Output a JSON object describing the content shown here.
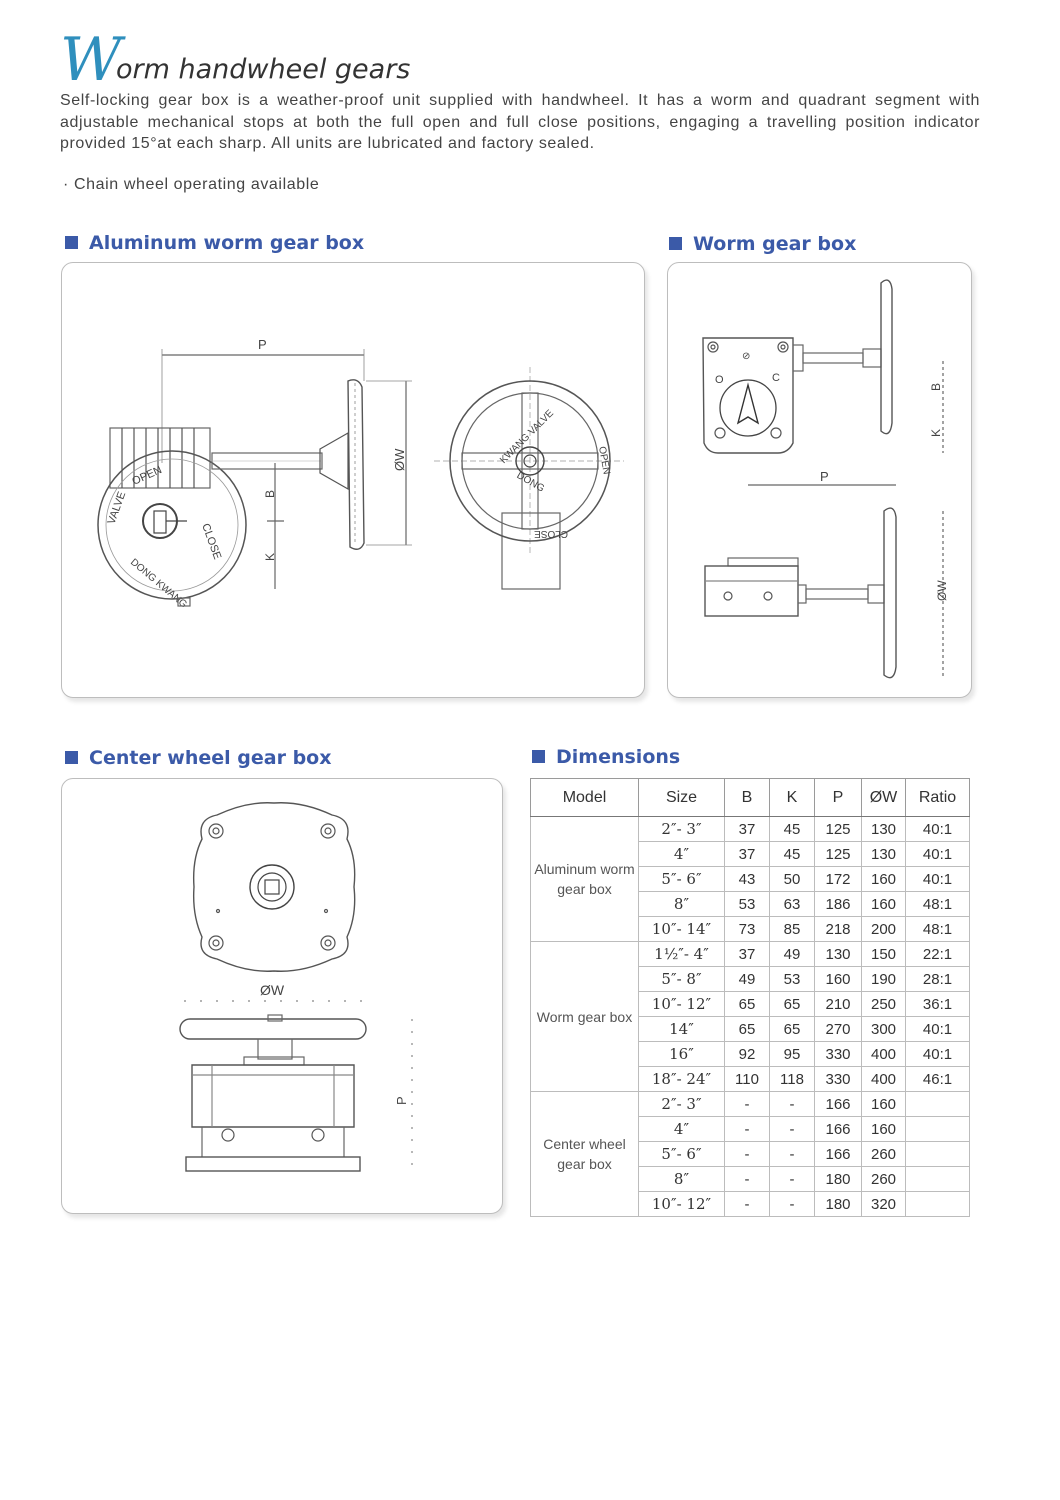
{
  "header": {
    "title_initial": "W",
    "title_rest": "orm handwheel gears",
    "intro": "Self-locking gear box is a weather-proof unit supplied with handwheel. It has a worm and quadrant segment with adjustable mechanical stops at both the full open and full close positions, engaging a travelling position indicator provided 15°at each sharp. All units are lubricated and factory sealed.",
    "bullet": "· Chain wheel operating available"
  },
  "sections": {
    "aluminum": "Aluminum worm gear box",
    "worm": "Worm gear box",
    "center": "Center wheel gear box",
    "dimensions": "Dimensions"
  },
  "drawing_labels": {
    "p": "P",
    "b": "B",
    "k": "K",
    "w": "ØW",
    "open": "OPEN",
    "close": "CLOSE",
    "valve": "VALVE",
    "dong_kwang": "DONG KWANG",
    "kwang_valve": "KWANG VALVE",
    "dong": "DONG",
    "o": "O",
    "c": "C"
  },
  "table": {
    "headers": [
      "Model",
      "Size",
      "B",
      "K",
      "P",
      "ØW",
      "Ratio"
    ],
    "groups": [
      {
        "model": "Aluminum worm gear box",
        "rows": [
          [
            "2″- 3″",
            "37",
            "45",
            "125",
            "130",
            "40:1"
          ],
          [
            "4″",
            "37",
            "45",
            "125",
            "130",
            "40:1"
          ],
          [
            "5″- 6″",
            "43",
            "50",
            "172",
            "160",
            "40:1"
          ],
          [
            "8″",
            "53",
            "63",
            "186",
            "160",
            "48:1"
          ],
          [
            "10″- 14″",
            "73",
            "85",
            "218",
            "200",
            "48:1"
          ]
        ]
      },
      {
        "model": "Worm gear box",
        "rows": [
          [
            "1½″- 4″",
            "37",
            "49",
            "130",
            "150",
            "22:1"
          ],
          [
            "5″- 8″",
            "49",
            "53",
            "160",
            "190",
            "28:1"
          ],
          [
            "10″- 12″",
            "65",
            "65",
            "210",
            "250",
            "36:1"
          ],
          [
            "14″",
            "65",
            "65",
            "270",
            "300",
            "40:1"
          ],
          [
            "16″",
            "92",
            "95",
            "330",
            "400",
            "40:1"
          ],
          [
            "18″- 24″",
            "110",
            "118",
            "330",
            "400",
            "46:1"
          ]
        ]
      },
      {
        "model": "Center wheel gear box",
        "rows": [
          [
            "2″- 3″",
            "-",
            "-",
            "166",
            "160",
            ""
          ],
          [
            "4″",
            "-",
            "-",
            "166",
            "160",
            ""
          ],
          [
            "5″- 6″",
            "-",
            "-",
            "166",
            "260",
            ""
          ],
          [
            "8″",
            "-",
            "-",
            "180",
            "260",
            ""
          ],
          [
            "10″- 12″",
            "-",
            "-",
            "180",
            "320",
            ""
          ]
        ]
      }
    ]
  }
}
